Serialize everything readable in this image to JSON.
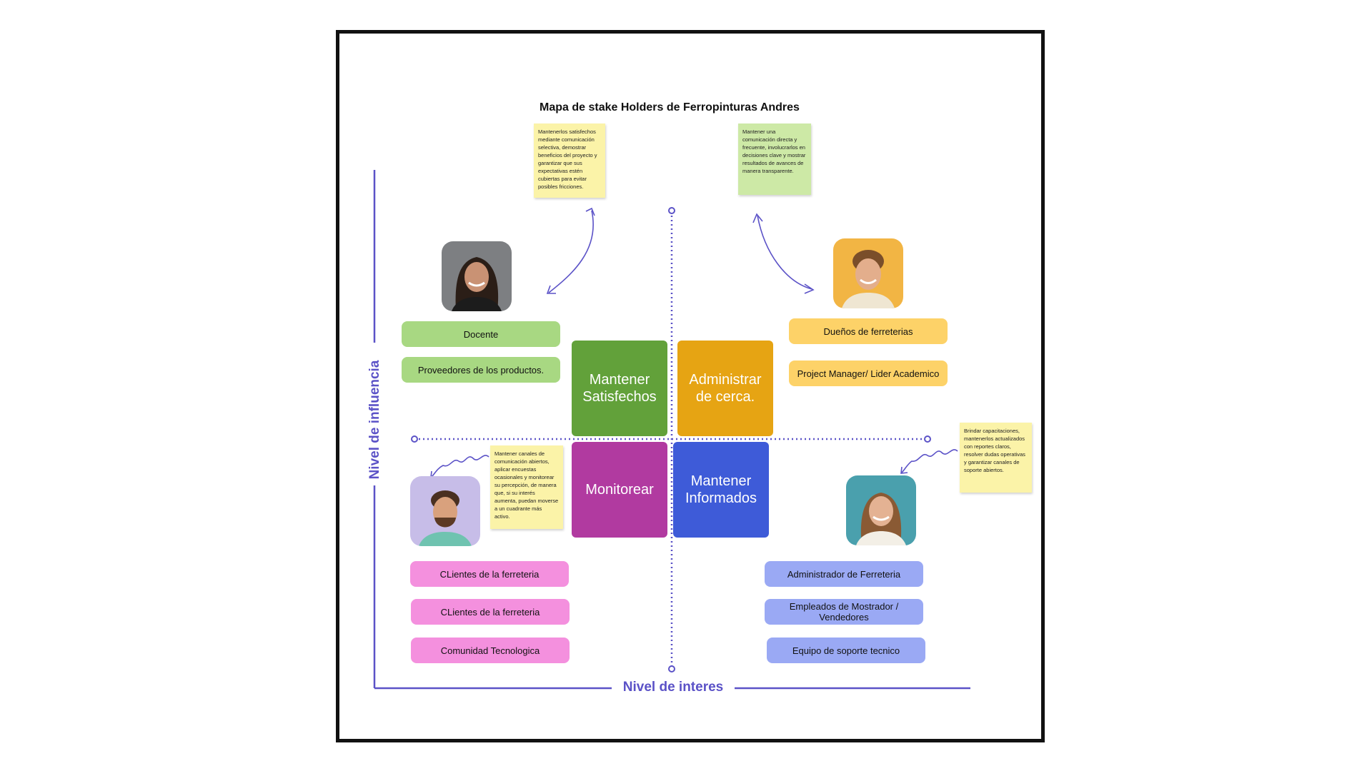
{
  "title": "Mapa de stake Holders  de Ferropinturas Andres",
  "notes": {
    "top_left": "Mantenerlos satisfechos mediante comunicación selectiva, demostrar beneficios del proyecto y garantizar que sus expectativas estén cubiertas para evitar posibles fricciones.",
    "top_right": "Mantener una comunicación directa y frecuente, involucrarlos en decisiones clave y mostrar resultados de avances de manera transparente.",
    "bottom_left": "Mantener canales de comunicación abiertos, aplicar encuestas ocasionales y monitorear su percepción, de manera que, si su interés aumenta, puedan moverse a un cuadrante más activo.",
    "bottom_right": "Brindar capacitaciones, mantenerlos actualizados con reportes claros, resolver dudas operativas y garantizar canales de soporte abiertos."
  },
  "quadrants": {
    "top_left": "Mantener Satisfechos",
    "top_right": "Administrar de cerca.",
    "bottom_left": "Monitorear",
    "bottom_right": "Mantener Informados"
  },
  "stakeholders": {
    "top_left": [
      "Docente",
      "Proveedores de los productos."
    ],
    "top_right": [
      "Dueños de ferreterias",
      "Project  Manager/ Lider Academico"
    ],
    "bottom_left": [
      "CLientes de la ferreteria",
      "CLientes de la ferreteria",
      "Comunidad Tecnologica"
    ],
    "bottom_right": [
      "Administrador de Ferreteria",
      "Empleados de Mostrador / Vendedores",
      "Equipo de soporte tecnico"
    ]
  },
  "axes": {
    "x_label": "Nivel de interes",
    "y_label": "Nivel de influencia"
  },
  "colors": {
    "quad_top_left": "#62a13a",
    "quad_top_right": "#e6a413",
    "quad_bottom_left": "#b13aa0",
    "quad_bottom_right": "#3e5bd8",
    "pill_green": "#a8d882",
    "pill_orange": "#fdd268",
    "pill_pink": "#f490de",
    "pill_blue": "#9aa9f4",
    "axis": "#5b52c7"
  },
  "icons": {
    "avatars": [
      "person-photo-woman-dark-hair",
      "person-photo-man-smiling",
      "person-photo-man-beard",
      "person-photo-woman-smiling"
    ],
    "arrows": [
      "curved-double-arrow-icon",
      "squiggle-arrow-icon"
    ]
  }
}
